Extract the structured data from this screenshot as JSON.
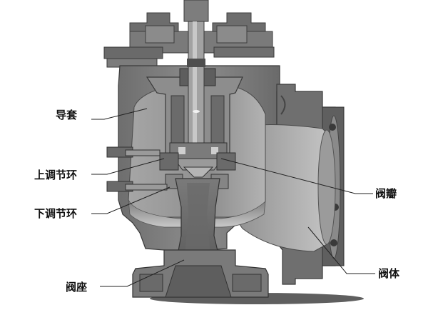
{
  "labels": {
    "guide_sleeve": "导套",
    "upper_adjusting_ring": "上调节环",
    "lower_adjusting_ring": "下调节环",
    "valve_seat": "阀座",
    "valve_disc": "阀瓣",
    "valve_body": "阀体"
  },
  "colors": {
    "metal_dark": "#5f5f5f",
    "metal_mid": "#8a8a8a",
    "metal_light": "#b9b9b9",
    "cavity": "#9a9a9a",
    "leader_line": "#222222",
    "label_text": "#111111"
  }
}
